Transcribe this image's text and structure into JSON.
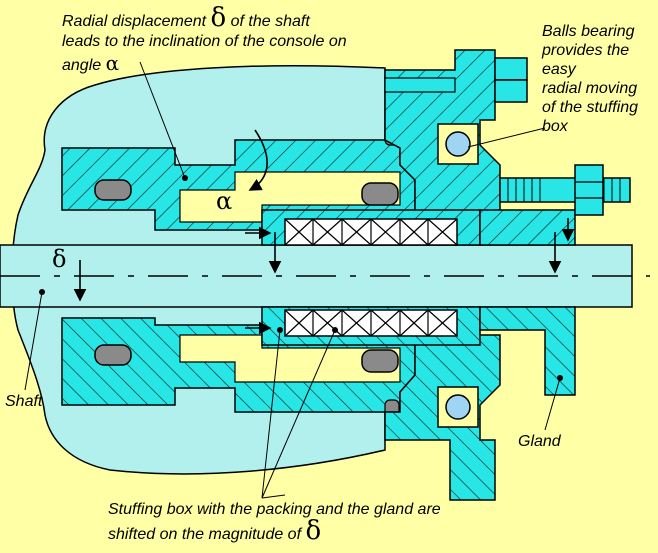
{
  "colors": {
    "background": "#ffffa6",
    "shaft": "#b2f0ee",
    "body_parts": "#28e6e6",
    "packing": "#ffffff",
    "seal": "#8a8a8a",
    "ball": "#9fd4f2"
  },
  "annotations": {
    "top_left_line1": "Radial displacement",
    "top_left_delta": "δ",
    "top_left_line1b": "of the shaft",
    "top_left_line2": "leads to the inclination of the console on",
    "top_left_line3": "angle",
    "top_left_alpha": "α",
    "balls_line1": "Balls bearing",
    "balls_line2": "provides the",
    "balls_line3": "easy",
    "balls_line4": "radial moving",
    "balls_line5": "of the stuffing",
    "balls_line6": "box",
    "shaft_label": "Shaft",
    "gland_label": "Gland",
    "bottom_line1": "Stuffing box with the packing and the gland are",
    "bottom_line2": "shifted on the magnitude of",
    "bottom_delta": "δ"
  },
  "symbols": {
    "alpha": "α",
    "delta": "δ"
  }
}
